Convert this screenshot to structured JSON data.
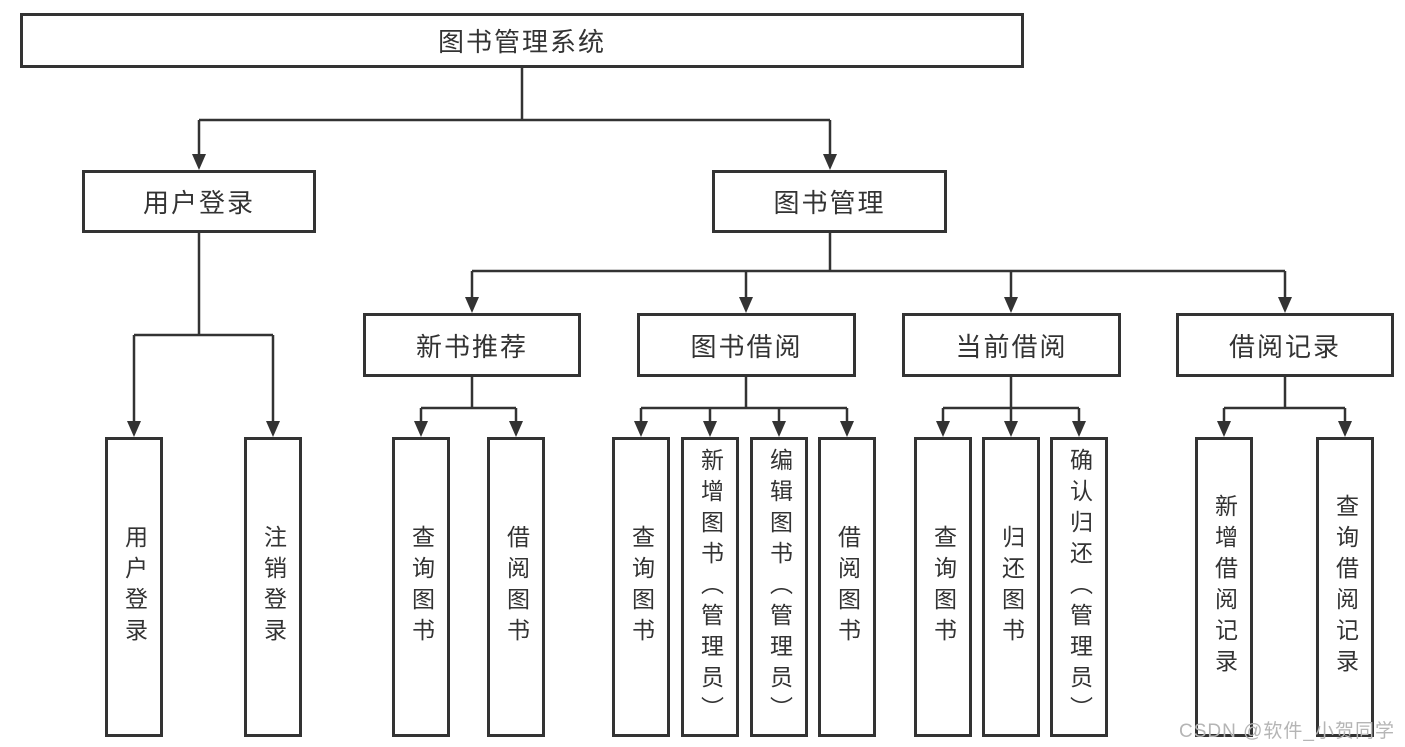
{
  "diagram": {
    "root_label": "图书管理系统",
    "user_login": {
      "label": "用户登录",
      "children": [
        "用户登录",
        "注销登录"
      ]
    },
    "book_management": {
      "label": "图书管理",
      "groups": [
        {
          "label": "新书推荐",
          "children": [
            "查询图书",
            "借阅图书"
          ]
        },
        {
          "label": "图书借阅",
          "children": [
            "查询图书",
            "新增图书（管理员）",
            "编辑图书（管理员）",
            "借阅图书"
          ]
        },
        {
          "label": "当前借阅",
          "children": [
            "查询图书",
            "归还图书",
            "确认归还（管理员）"
          ]
        },
        {
          "label": "借阅记录",
          "children": [
            "新增借阅记录",
            "查询借阅记录"
          ]
        }
      ]
    }
  },
  "watermark": "CSDN @软件_小贺同学",
  "colors": {
    "line": "#333333",
    "box_border": "#333333",
    "box_fill": "#ffffff",
    "text": "#333333",
    "watermark_text": "#b5b5b5",
    "background": "#ffffff"
  }
}
